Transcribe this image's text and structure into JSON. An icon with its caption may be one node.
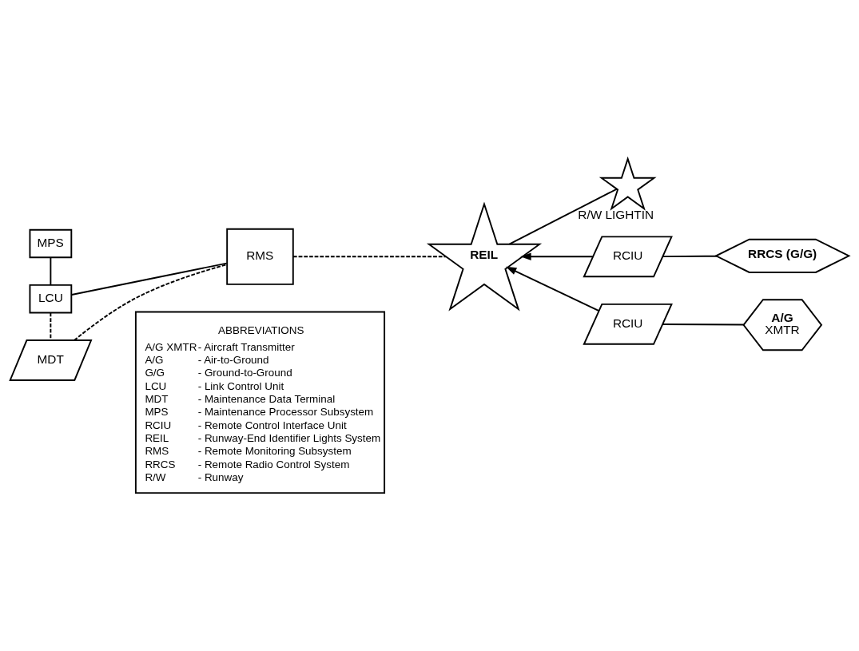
{
  "diagram": {
    "nodes": [
      {
        "text": [
          "MPS"
        ]
      },
      {
        "text": [
          "LCU"
        ]
      },
      {
        "text": [
          "RMS"
        ]
      },
      {
        "text": [
          "MDT"
        ]
      },
      {
        "text": [
          "REIL"
        ]
      },
      {
        "text": [
          "RCIU"
        ]
      },
      {
        "text": [
          "RRCS (G/G)"
        ]
      },
      {
        "text": [],
        "shape": "star",
        "beside": [
          "R/W LIGHTIN"
        ]
      },
      {
        "text": [
          "RCIU"
        ]
      },
      {
        "text": [
          "A/G",
          "XMTR"
        ]
      },
      {
        "text": [
          "ABBREVIATIONS",
          "A/G XMTR",
          "- Aircraft Transmitter",
          "A/G",
          "- Air-to-Ground",
          "G/G",
          "- Ground-to-Ground",
          "LCU",
          "- Link Control Unit",
          "MDT",
          "- Maintenance Data Terminal",
          "MPS",
          "- Maintenance Processor Subsystem",
          "RCIU",
          "- Remote Control Interface Unit",
          "REIL",
          "- Runway-End Identifier Lights System",
          "RMS",
          "- Remote Monitoring Subsystem",
          "RRCS",
          "- Remote Radio Control System",
          "R/W",
          "- Runway"
        ]
      }
    ],
    "edges": [
      {
        "from": 0,
        "to": 1,
        "arrow": "none"
      },
      {
        "from": 1,
        "to": 2,
        "arrow": "none"
      },
      {
        "from": 1,
        "to": 3,
        "arrow": "none",
        "style": "dashed"
      },
      {
        "from": 3,
        "to": 2,
        "arrow": "none",
        "style": "dashed"
      },
      {
        "from": 2,
        "to": 4,
        "arrow": "none",
        "style": "dashed"
      },
      {
        "from": 5,
        "to": 4,
        "arrow": "to"
      },
      {
        "from": 5,
        "to": 6,
        "arrow": "none"
      },
      {
        "from": 4,
        "to": 7,
        "arrow": "none"
      },
      {
        "from": 8,
        "to": 4,
        "arrow": "to"
      },
      {
        "from": 8,
        "to": 9,
        "arrow": "none"
      }
    ]
  }
}
